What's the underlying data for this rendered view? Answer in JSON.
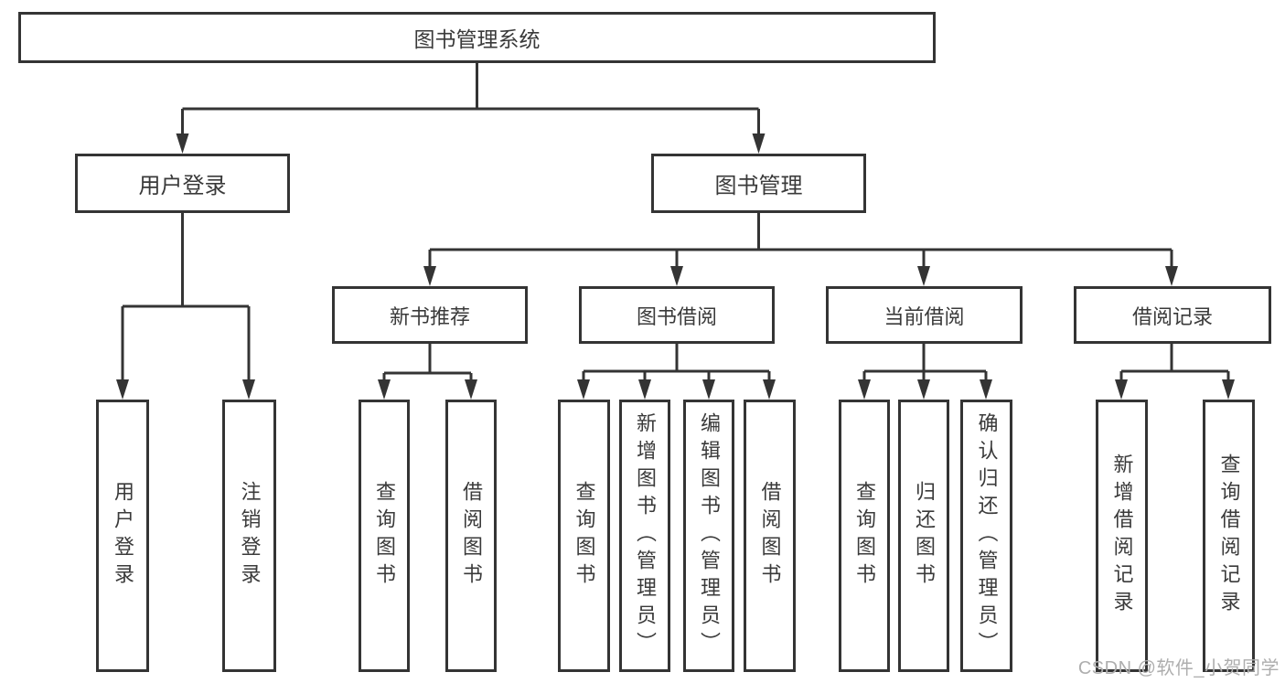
{
  "diagram": {
    "root": "图书管理系统",
    "level2": [
      "用户登录",
      "图书管理"
    ],
    "level3": [
      "新书推荐",
      "图书借阅",
      "当前借阅",
      "借阅记录"
    ],
    "leaves": [
      "用户登录",
      "注销登录",
      "查询图书",
      "借阅图书",
      "查询图书",
      "新增图书（管理员）",
      "编辑图书（管理员）",
      "借阅图书",
      "查询图书",
      "归还图书",
      "确认归还（管理员）",
      "新增借阅记录",
      "查询借阅记录"
    ],
    "watermark": "CSDN @软件_小贺同学",
    "colors": {
      "line": "#343434",
      "box_border": "#343434",
      "box_fill": "#ffffff",
      "text": "#3a3a3a",
      "watermark": "#aeaeae"
    }
  }
}
